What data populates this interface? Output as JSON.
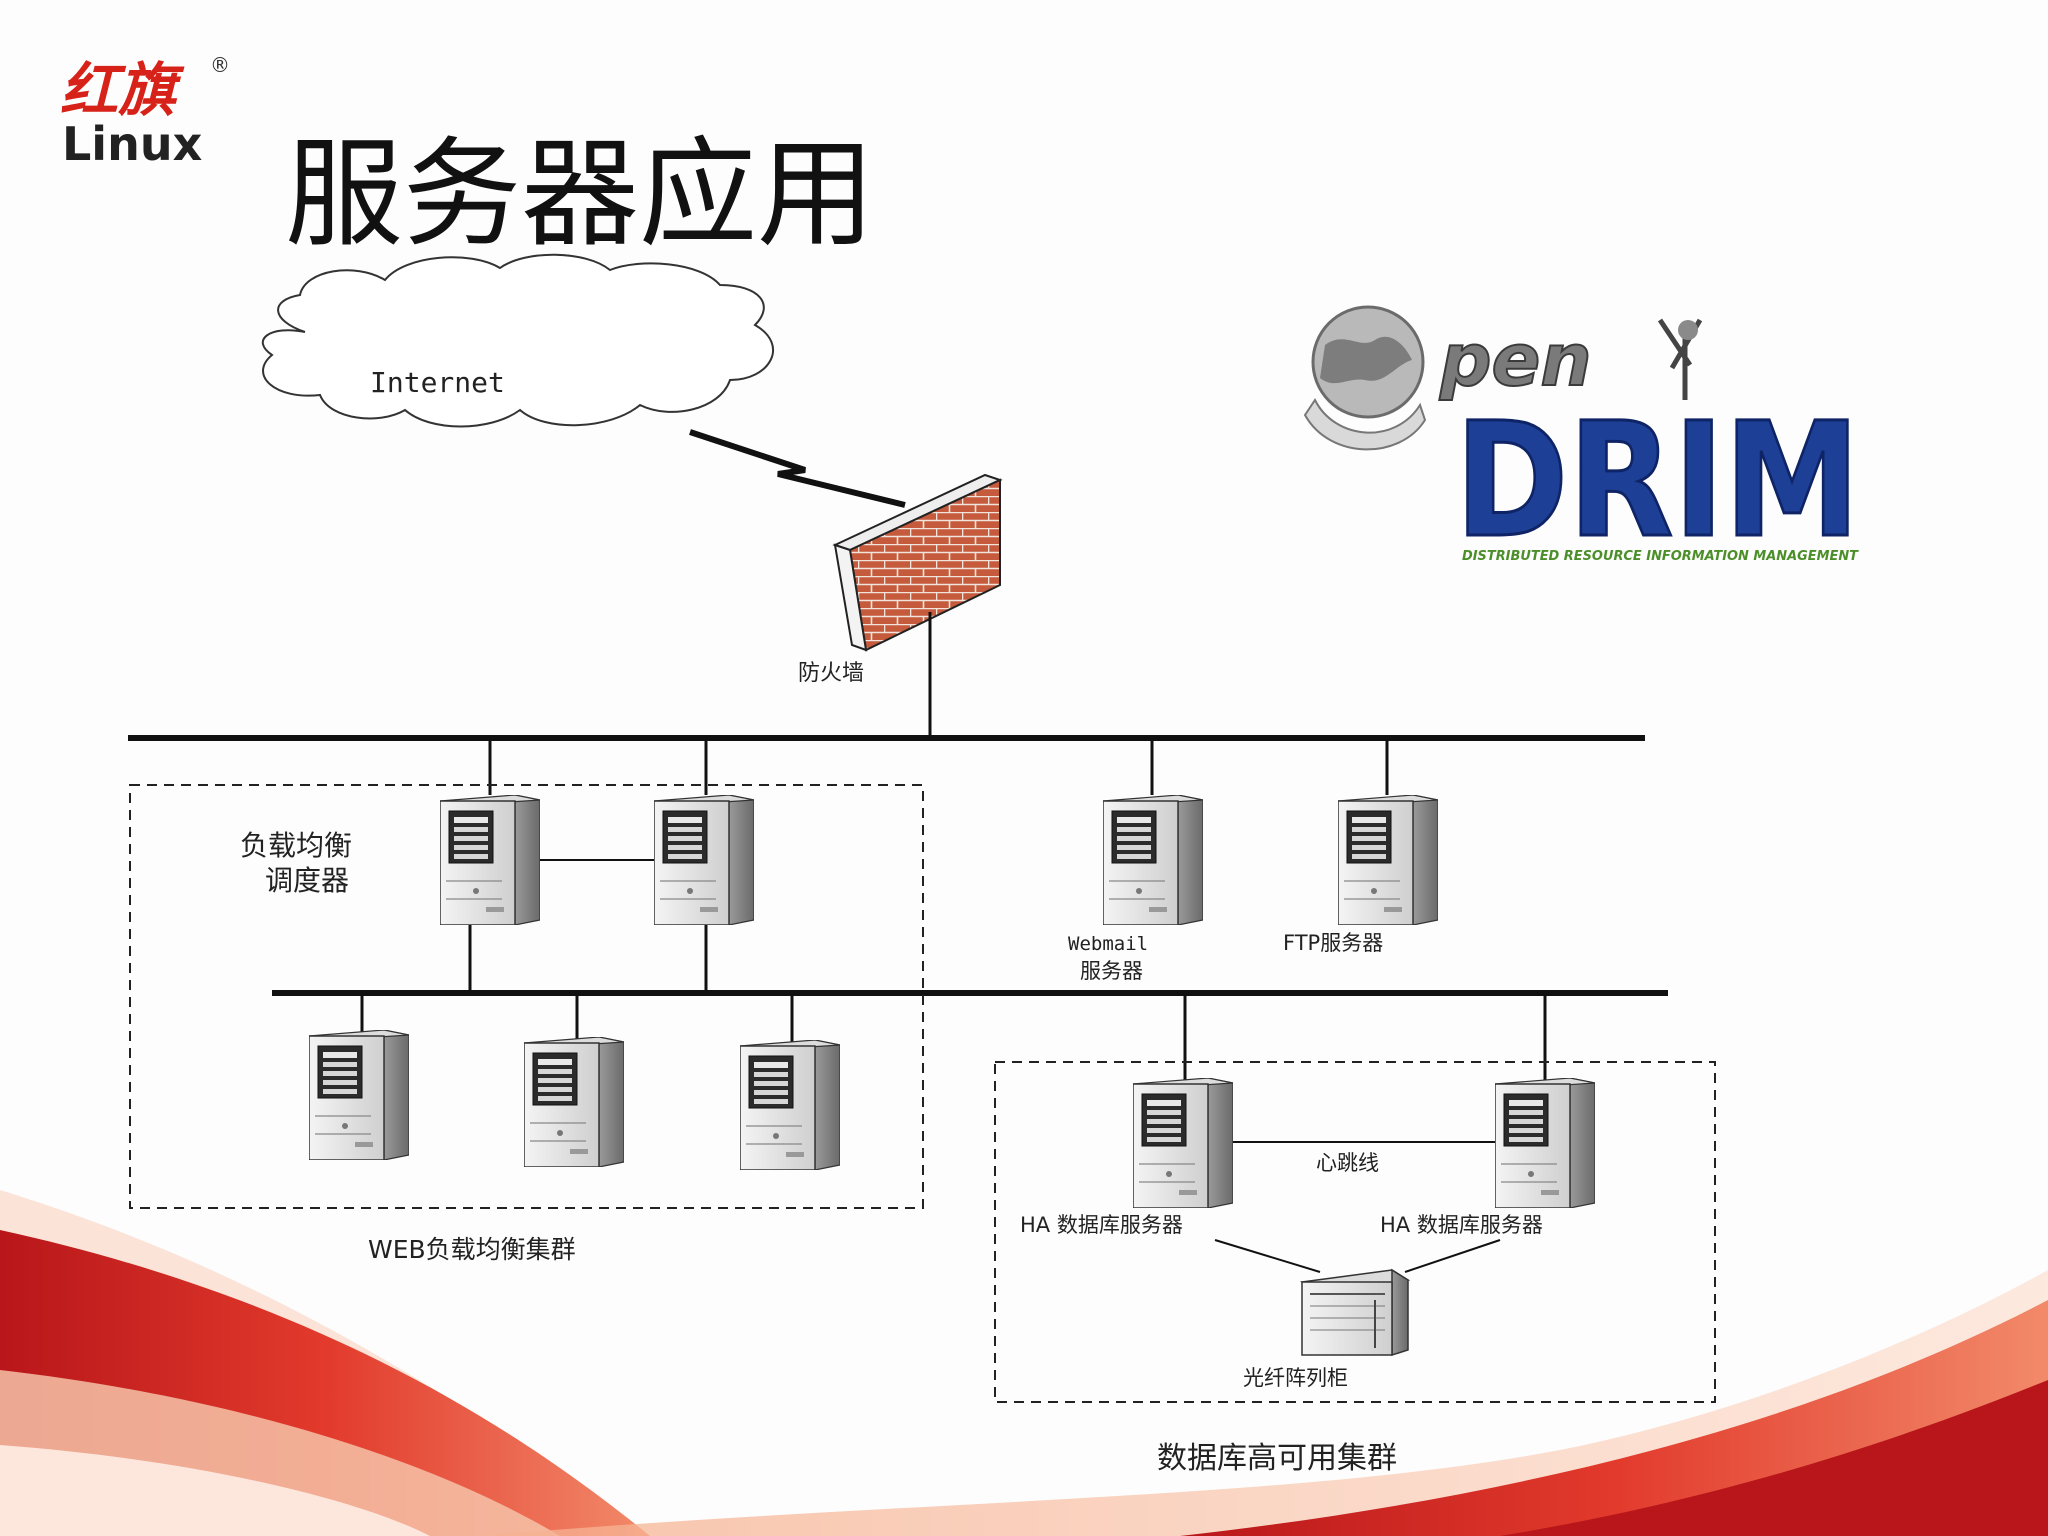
{
  "logo": {
    "brand_cn": "红旗",
    "registered": "®",
    "brand_en": "Linux"
  },
  "title": "服务器应用",
  "opendrim": {
    "word_open": "pen",
    "word_drim": "DRIM",
    "tagline": "DISTRIBUTED RESOURCE INFORMATION MANAGEMENT"
  },
  "diagram": {
    "internet": "Internet",
    "firewall": "防火墙",
    "lb_scheduler_line1": "负载均衡",
    "lb_scheduler_line2": "调度器",
    "webmail_line1": "Webmail",
    "webmail_line2": "服务器",
    "ftp": "FTP服务器",
    "web_cluster": "WEB负载均衡集群",
    "ha_db_left": "HA 数据库服务器",
    "ha_db_right": "HA 数据库服务器",
    "heartbeat": "心跳线",
    "fiber_array": "光纤阵列柜",
    "db_cluster": "数据库高可用集群"
  },
  "colors": {
    "accent_red": "#d62218",
    "drim_blue": "#1d3f95",
    "brick": "#c85a3e"
  }
}
